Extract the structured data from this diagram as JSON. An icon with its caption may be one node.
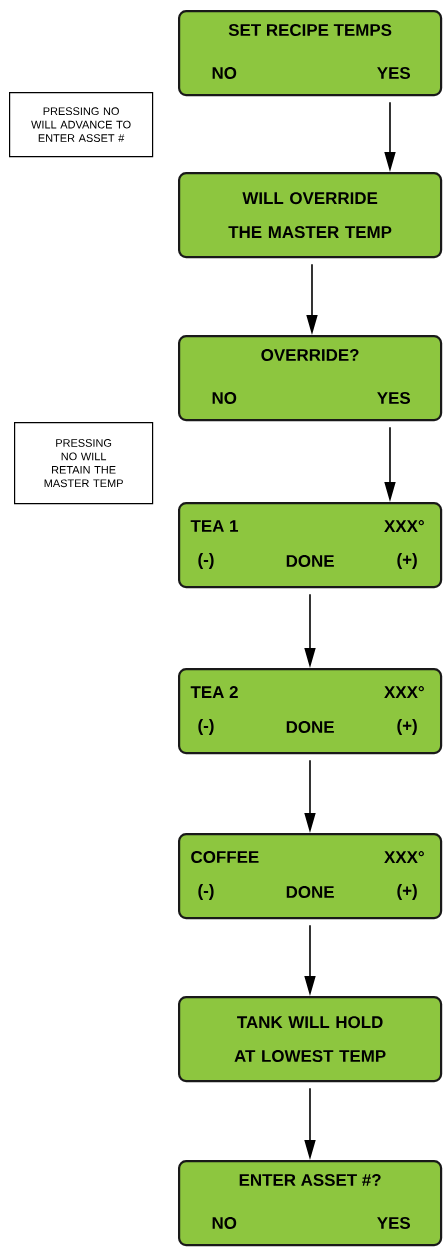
{
  "diagram": {
    "nodes": [
      {
        "text": [
          "SET RECIPE TEMPS",
          "NO",
          "YES"
        ]
      },
      {
        "text": [
          "PRESSING NO WILL ADVANCE TO ENTER ASSET #"
        ]
      },
      {
        "text": [
          "WILL OVERRIDE THE MASTER TEMP"
        ]
      },
      {
        "text": [
          "OVERRIDE?",
          "NO",
          "YES"
        ]
      },
      {
        "text": [
          "PRESSING NO WILL RETAIN THE MASTER TEMP"
        ]
      },
      {
        "text": [
          "TEA 1",
          "XXX°",
          "(-)",
          "DONE",
          "(+)"
        ]
      },
      {
        "text": [
          "TEA 2",
          "XXX°",
          "(-)",
          "DONE",
          "(+)"
        ]
      },
      {
        "text": [
          "COFFEE",
          "XXX°",
          "(-)",
          "DONE",
          "(+)"
        ]
      },
      {
        "text": [
          "TANK WILL HOLD AT LOWEST TEMP"
        ]
      },
      {
        "text": [
          "ENTER ASSET #?",
          "NO",
          "YES"
        ]
      }
    ],
    "edges": [
      {
        "from": 0,
        "to": 2,
        "arrow": "to"
      },
      {
        "from": 2,
        "to": 3,
        "arrow": "to"
      },
      {
        "from": 3,
        "to": 5,
        "arrow": "to"
      },
      {
        "from": 5,
        "to": 6,
        "arrow": "to"
      },
      {
        "from": 6,
        "to": 7,
        "arrow": "to"
      },
      {
        "from": 7,
        "to": 8,
        "arrow": "to"
      },
      {
        "from": 8,
        "to": 9,
        "arrow": "to"
      }
    ]
  }
}
